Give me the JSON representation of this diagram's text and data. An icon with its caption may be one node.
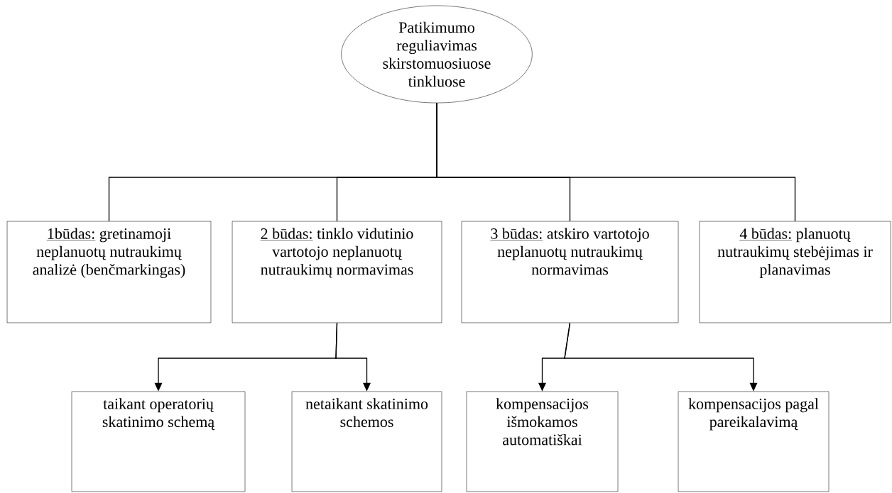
{
  "diagram": {
    "nodes": [
      {
        "text": [
          "Patikimumo reguliavimas skirstomuosiuose tinkluose"
        ]
      },
      {
        "text": [
          "1būdas:",
          "gretinamoji neplanuotų nutraukimų analizė (benčmarkingas)"
        ]
      },
      {
        "text": [
          "2 būdas:",
          "tinklo vidutinio vartotojo neplanuotų nutraukimų normavimas"
        ]
      },
      {
        "text": [
          "3 būdas:",
          "atskiro vartotojo neplanuotų nutraukimų normavimas"
        ]
      },
      {
        "text": [
          "4 būdas:",
          "planuotų nutraukimų stebėjimas ir planavimas"
        ]
      },
      {
        "text": [
          "taikant operatorių skatinimo schemą"
        ]
      },
      {
        "text": [
          "netaikant skatinimo schemos"
        ]
      },
      {
        "text": [
          "kompensacijos išmokamos automatiškai"
        ]
      },
      {
        "text": [
          "kompensacijos pagal pareikalavimą"
        ]
      }
    ],
    "edges": [
      {
        "from": 0,
        "to": 1,
        "arrow": "none"
      },
      {
        "from": 0,
        "to": 2,
        "arrow": "none"
      },
      {
        "from": 0,
        "to": 3,
        "arrow": "none"
      },
      {
        "from": 0,
        "to": 4,
        "arrow": "none"
      },
      {
        "from": 2,
        "to": 5,
        "arrow": "to"
      },
      {
        "from": 2,
        "to": 6,
        "arrow": "to"
      },
      {
        "from": 3,
        "to": 7,
        "arrow": "to"
      },
      {
        "from": 3,
        "to": 8,
        "arrow": "to"
      }
    ]
  }
}
